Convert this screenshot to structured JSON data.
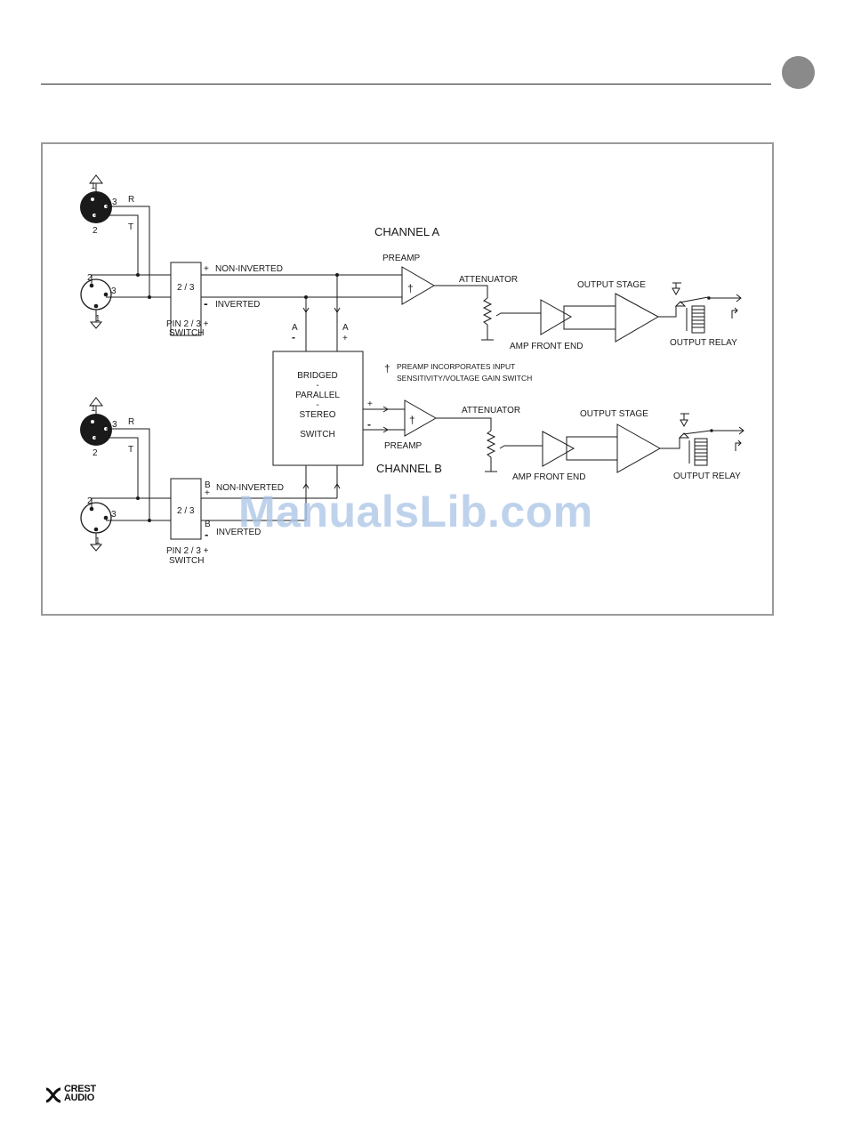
{
  "diagram": {
    "channel_a": {
      "title": "CHANNEL A",
      "preamp": "PREAMP",
      "attenuator": "ATTENUATOR",
      "output_stage": "OUTPUT STAGE",
      "amp_front_end": "AMP FRONT END",
      "output_relay": "OUTPUT RELAY",
      "non_inverted": "NON-INVERTED",
      "inverted": "INVERTED",
      "switch_ratio": "2 / 3",
      "switch_label_1": "PIN 2 / 3 +",
      "switch_label_2": "SWITCH",
      "plus": "+",
      "minus": "-"
    },
    "channel_b": {
      "title": "CHANNEL B",
      "preamp": "PREAMP",
      "attenuator": "ATTENUATOR",
      "output_stage": "OUTPUT STAGE",
      "amp_front_end": "AMP FRONT END",
      "output_relay": "OUTPUT RELAY",
      "non_inverted": "NON-INVERTED",
      "inverted": "INVERTED",
      "switch_ratio": "2 / 3",
      "switch_label_1": "PIN 2 / 3 +",
      "switch_label_2": "SWITCH",
      "b_plus": "B",
      "b_minus": "B",
      "plus": "+",
      "minus": "-"
    },
    "bridge_switch": {
      "line1": "BRIDGED",
      "dash1": "-",
      "line2": "PARALLEL",
      "dash2": "-",
      "line3": "STEREO",
      "line4": "SWITCH",
      "a_minus_letter": "A",
      "a_minus_sign": "-",
      "a_plus_letter": "A",
      "a_plus_sign": "+",
      "out_plus": "+",
      "out_minus": "-"
    },
    "note": {
      "dagger": "†",
      "line1": "PREAMP INCORPORATES INPUT",
      "line2": "SENSITIVITY/VOLTAGE GAIN SWITCH"
    },
    "connector_pins": {
      "pin1": "1",
      "pin2": "2",
      "pin3": "3",
      "ring": "R",
      "tip": "T"
    }
  },
  "watermark": "ManualsLib.com",
  "logo": {
    "line1": "CREST",
    "line2": "AUDIO"
  }
}
